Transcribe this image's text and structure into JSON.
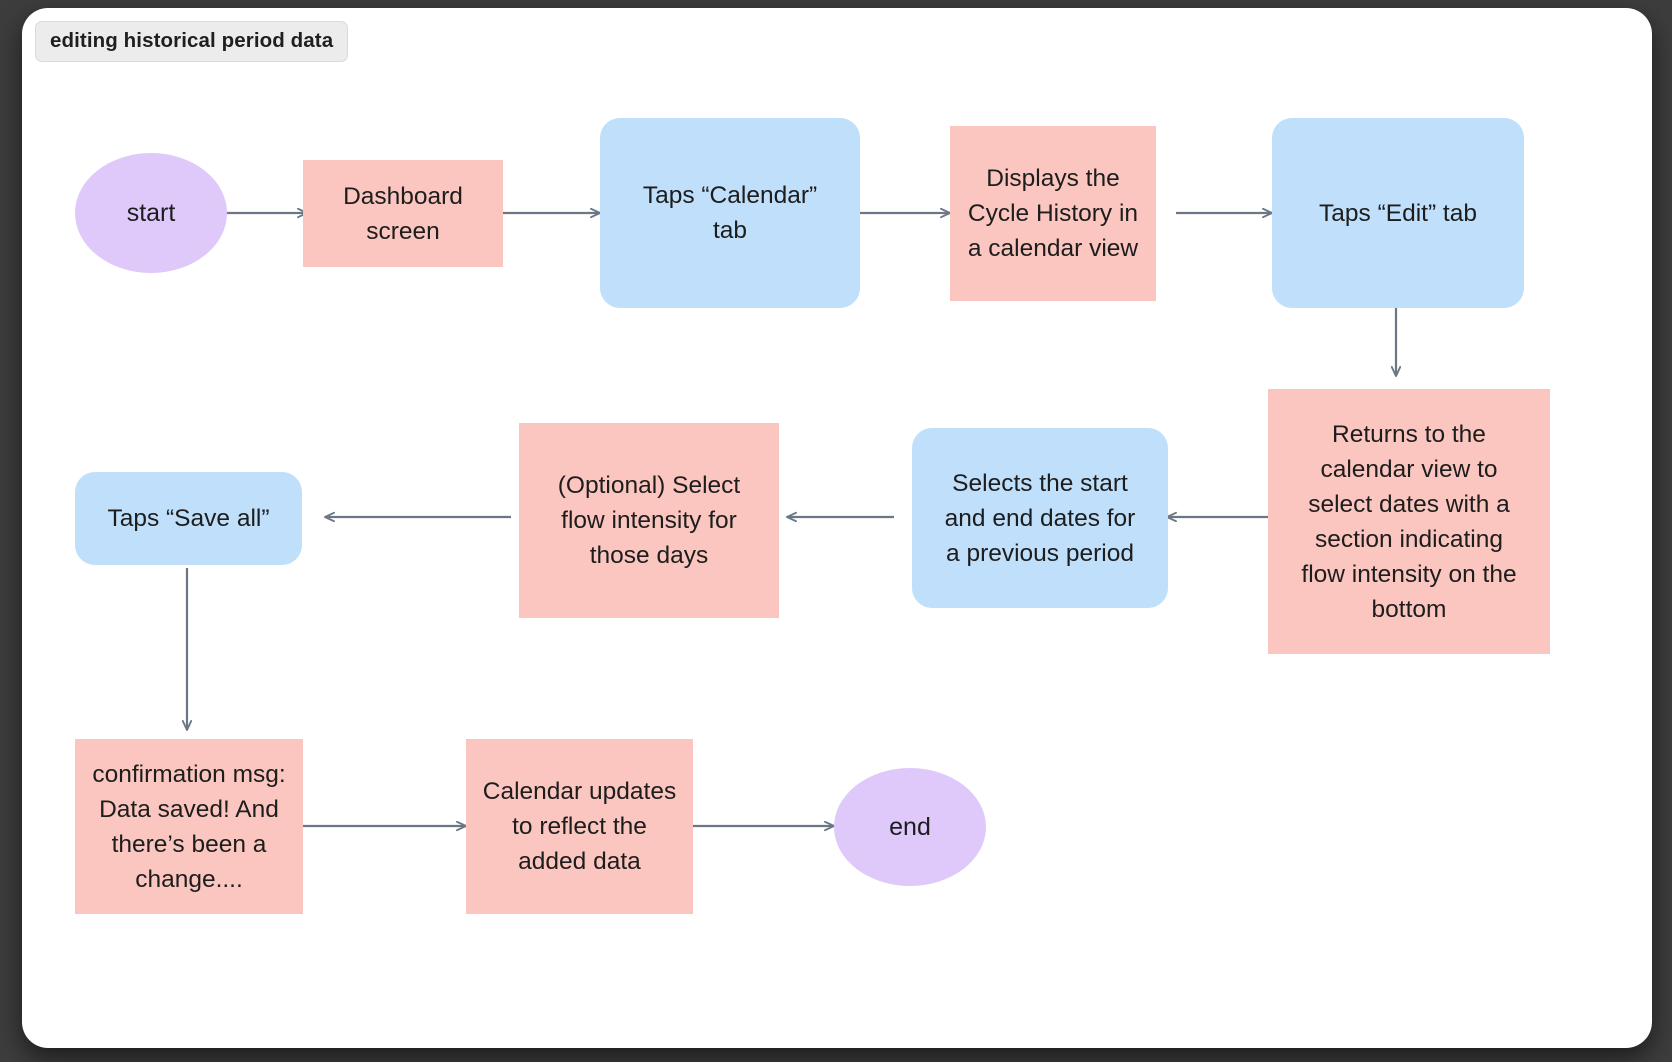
{
  "window": {
    "title_chip": "editing historical period data",
    "canvas_background": "#ffffff",
    "frame_background": "#3d3d3d"
  },
  "palette": {
    "pink": "#FBC6BF",
    "blue": "#BFDFFB",
    "purple": "#DEC9FA",
    "edge": "#6b7785",
    "text": "#1d1d1d"
  },
  "diagram": {
    "type": "flowchart",
    "direction": "left-to-right, serpentine (row1 →, row2 ←, row3 →)",
    "nodes": [
      {
        "id": "start",
        "label": "start",
        "shape": "circle",
        "color": "purple"
      },
      {
        "id": "dashboard",
        "label": "Dashboard\nscreen",
        "shape": "rectangle",
        "color": "pink"
      },
      {
        "id": "calendar_tab",
        "label": "Taps “Calendar”\ntab",
        "shape": "rounded-rectangle",
        "color": "blue"
      },
      {
        "id": "cycle_history",
        "label": "Displays the\nCycle History in\na calendar view",
        "shape": "rectangle",
        "color": "pink"
      },
      {
        "id": "edit_tab",
        "label": "Taps “Edit” tab",
        "shape": "rounded-rectangle",
        "color": "blue"
      },
      {
        "id": "returns",
        "label": "Returns to the\ncalendar view to\nselect dates with a\nsection indicating\nflow intensity on the\nbottom",
        "shape": "rectangle",
        "color": "pink"
      },
      {
        "id": "select_dates",
        "label": "Selects the start\nand end dates for\na previous period",
        "shape": "rounded-rectangle",
        "color": "blue"
      },
      {
        "id": "flow_opt",
        "label": "(Optional) Select\nflow intensity for\nthose days",
        "shape": "rectangle",
        "color": "pink"
      },
      {
        "id": "save_all",
        "label": "Taps “Save all”",
        "shape": "rounded-rectangle",
        "color": "blue"
      },
      {
        "id": "confirmation",
        "label": "confirmation msg:\nData saved! And\nthere’s been a\nchange....",
        "shape": "rectangle",
        "color": "pink"
      },
      {
        "id": "cal_updates",
        "label": "Calendar updates\nto reflect the\nadded data",
        "shape": "rectangle",
        "color": "pink"
      },
      {
        "id": "end",
        "label": "end",
        "shape": "circle",
        "color": "purple"
      }
    ],
    "edges": [
      {
        "from": "start",
        "to": "dashboard",
        "direction": "right"
      },
      {
        "from": "dashboard",
        "to": "calendar_tab",
        "direction": "right"
      },
      {
        "from": "calendar_tab",
        "to": "cycle_history",
        "direction": "right"
      },
      {
        "from": "cycle_history",
        "to": "edit_tab",
        "direction": "right"
      },
      {
        "from": "edit_tab",
        "to": "returns",
        "direction": "down"
      },
      {
        "from": "returns",
        "to": "select_dates",
        "direction": "left"
      },
      {
        "from": "select_dates",
        "to": "flow_opt",
        "direction": "left"
      },
      {
        "from": "flow_opt",
        "to": "save_all",
        "direction": "left"
      },
      {
        "from": "save_all",
        "to": "confirmation",
        "direction": "down"
      },
      {
        "from": "confirmation",
        "to": "cal_updates",
        "direction": "right"
      },
      {
        "from": "cal_updates",
        "to": "end",
        "direction": "right"
      }
    ]
  }
}
